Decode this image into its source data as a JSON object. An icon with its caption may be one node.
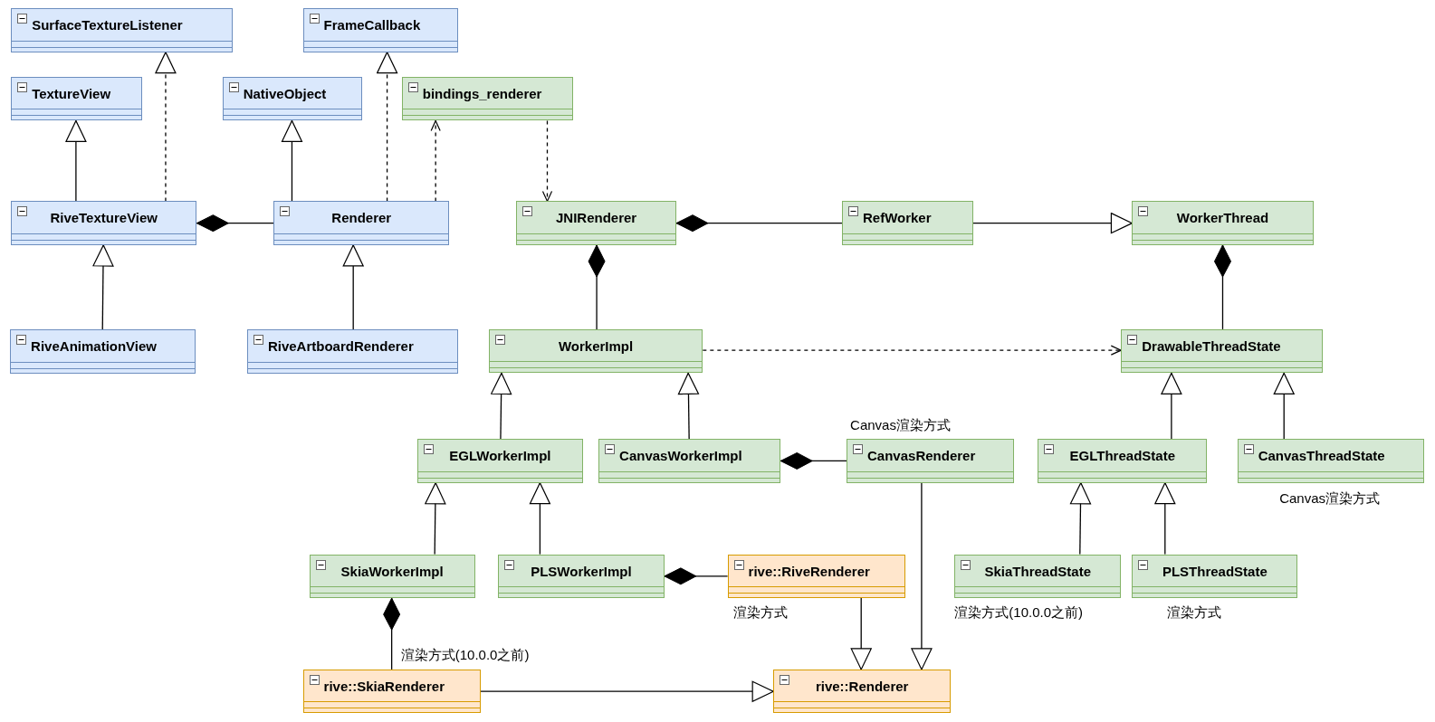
{
  "diagram": {
    "nodes": [
      {
        "text": [
          "SurfaceTextureListener"
        ]
      },
      {
        "text": [
          "FrameCallback"
        ]
      },
      {
        "text": [
          "TextureView"
        ]
      },
      {
        "text": [
          "NativeObject"
        ]
      },
      {
        "text": [
          "bindings_renderer"
        ]
      },
      {
        "text": [
          "RiveTextureView"
        ]
      },
      {
        "text": [
          "Renderer"
        ]
      },
      {
        "text": [
          "JNIRenderer"
        ]
      },
      {
        "text": [
          "RefWorker"
        ]
      },
      {
        "text": [
          "WorkerThread"
        ]
      },
      {
        "text": [
          "RiveAnimationView"
        ]
      },
      {
        "text": [
          "RiveArtboardRenderer"
        ]
      },
      {
        "text": [
          "WorkerImpl"
        ]
      },
      {
        "text": [
          "DrawableThreadState"
        ]
      },
      {
        "text": [
          "EGLWorkerImpl"
        ]
      },
      {
        "text": [
          "CanvasWorkerImpl"
        ]
      },
      {
        "text": [
          "CanvasRenderer"
        ],
        "beside": [
          "Canvas渲染方式"
        ]
      },
      {
        "text": [
          "EGLThreadState"
        ]
      },
      {
        "text": [
          "CanvasThreadState"
        ],
        "beside": [
          "Canvas渲染方式"
        ]
      },
      {
        "text": [
          "SkiaWorkerImpl"
        ]
      },
      {
        "text": [
          "PLSWorkerImpl"
        ]
      },
      {
        "text": [
          "rive::RiveRenderer"
        ],
        "beside": [
          "渲染方式"
        ]
      },
      {
        "text": [
          "SkiaThreadState"
        ],
        "beside": [
          "渲染方式(10.0.0之前)"
        ]
      },
      {
        "text": [
          "PLSThreadState"
        ],
        "beside": [
          "渲染方式"
        ]
      },
      {
        "text": [
          "rive::SkiaRenderer"
        ],
        "beside": [
          "渲染方式(10.0.0之前)"
        ]
      },
      {
        "text": [
          "rive::Renderer"
        ]
      }
    ],
    "edges": [
      {
        "from": 5,
        "to": 0,
        "arrow": "to",
        "style": "dashed"
      },
      {
        "from": 6,
        "to": 1,
        "arrow": "to",
        "style": "dashed"
      },
      {
        "from": 6,
        "to": 4,
        "arrow": "to",
        "style": "dashed"
      },
      {
        "from": 4,
        "to": 7,
        "arrow": "to",
        "style": "dashed"
      },
      {
        "from": 5,
        "to": 2,
        "arrow": "to"
      },
      {
        "from": 10,
        "to": 5,
        "arrow": "to"
      },
      {
        "from": 6,
        "to": 5,
        "arrow": "other"
      },
      {
        "from": 6,
        "to": 3,
        "arrow": "to"
      },
      {
        "from": 11,
        "to": 6,
        "arrow": "to"
      },
      {
        "from": 8,
        "to": 7,
        "arrow": "other"
      },
      {
        "from": 8,
        "to": 9,
        "arrow": "to"
      },
      {
        "from": 12,
        "to": 7,
        "arrow": "other"
      },
      {
        "from": 13,
        "to": 9,
        "arrow": "other"
      },
      {
        "from": 12,
        "to": 13,
        "arrow": "to",
        "style": "dashed"
      },
      {
        "from": 14,
        "to": 12,
        "arrow": "to"
      },
      {
        "from": 15,
        "to": 12,
        "arrow": "to"
      },
      {
        "from": 17,
        "to": 13,
        "arrow": "to"
      },
      {
        "from": 18,
        "to": 13,
        "arrow": "to"
      },
      {
        "from": 16,
        "to": 15,
        "arrow": "other"
      },
      {
        "from": 19,
        "to": 14,
        "arrow": "to"
      },
      {
        "from": 20,
        "to": 14,
        "arrow": "to"
      },
      {
        "from": 22,
        "to": 17,
        "arrow": "to"
      },
      {
        "from": 23,
        "to": 17,
        "arrow": "to"
      },
      {
        "from": 21,
        "to": 20,
        "arrow": "other"
      },
      {
        "from": 24,
        "to": 19,
        "arrow": "other"
      },
      {
        "from": 24,
        "to": 25,
        "arrow": "to"
      },
      {
        "from": 21,
        "to": 25,
        "arrow": "to"
      },
      {
        "from": 16,
        "to": 25,
        "arrow": "to"
      }
    ]
  }
}
